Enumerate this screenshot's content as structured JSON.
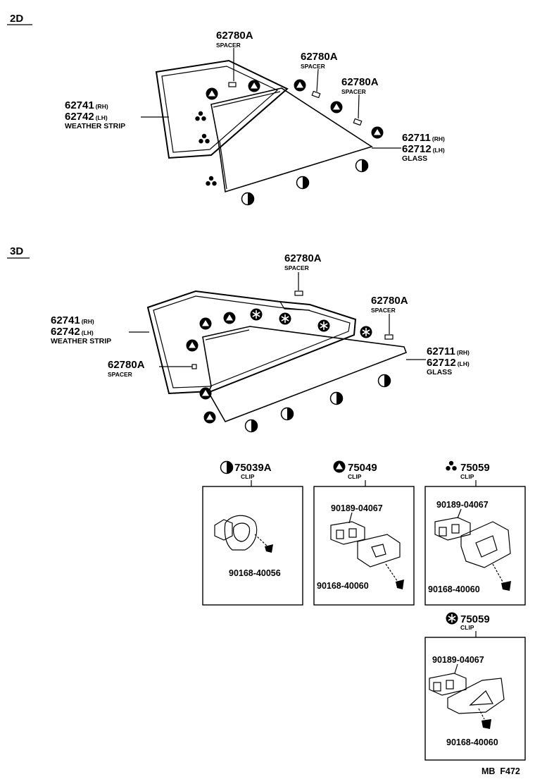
{
  "sections": [
    {
      "id": "2d",
      "label": "2D"
    },
    {
      "id": "3d",
      "label": "3D"
    }
  ],
  "labels": {
    "d2_spacer1_pn": "62780A",
    "d2_spacer1_name": "SPACER",
    "d2_spacer2_pn": "62780A",
    "d2_spacer2_name": "SPACER",
    "d2_spacer3_pn": "62780A",
    "d2_spacer3_name": "SPACER",
    "d2_ws_rh_pn": "62741",
    "d2_ws_rh_suffix": "(RH)",
    "d2_ws_lh_pn": "62742",
    "d2_ws_lh_suffix": "(LH)",
    "d2_ws_name": "WEATHER STRIP",
    "d2_glass_rh_pn": "62711",
    "d2_glass_rh_suffix": "(RH)",
    "d2_glass_lh_pn": "62712",
    "d2_glass_lh_suffix": "(LH)",
    "d2_glass_name": "GLASS",
    "d3_spacer1_pn": "62780A",
    "d3_spacer1_name": "SPACER",
    "d3_spacer2_pn": "62780A",
    "d3_spacer2_name": "SPACER",
    "d3_spacer3_pn": "62780A",
    "d3_spacer3_name": "SPACER",
    "d3_ws_rh_pn": "62741",
    "d3_ws_rh_suffix": "(RH)",
    "d3_ws_lh_pn": "62742",
    "d3_ws_lh_suffix": "(LH)",
    "d3_ws_name": "WEATHER STRIP",
    "d3_glass_rh_pn": "62711",
    "d3_glass_rh_suffix": "(RH)",
    "d3_glass_lh_pn": "62712",
    "d3_glass_lh_suffix": "(LH)",
    "d3_glass_name": "GLASS"
  },
  "clips": [
    {
      "id": "clip-75039a",
      "symbol": "half-circle",
      "part_number": "75039A",
      "name": "CLIP",
      "refs": [
        "90168-40056"
      ]
    },
    {
      "id": "clip-75049",
      "symbol": "triangle",
      "part_number": "75049",
      "name": "CLIP",
      "refs": [
        "90189-04067",
        "90168-40060"
      ]
    },
    {
      "id": "clip-75059-dots",
      "symbol": "three-dots",
      "part_number": "75059",
      "name": "CLIP",
      "refs": [
        "90189-04067",
        "90168-40060"
      ]
    },
    {
      "id": "clip-75059-star",
      "symbol": "asterisk",
      "part_number": "75059",
      "name": "CLIP",
      "refs": [
        "90189-04067",
        "90168-40060"
      ]
    }
  ],
  "footer": {
    "code": "MB  F472"
  },
  "colors": {
    "ink": "#000000",
    "paper": "#ffffff"
  }
}
